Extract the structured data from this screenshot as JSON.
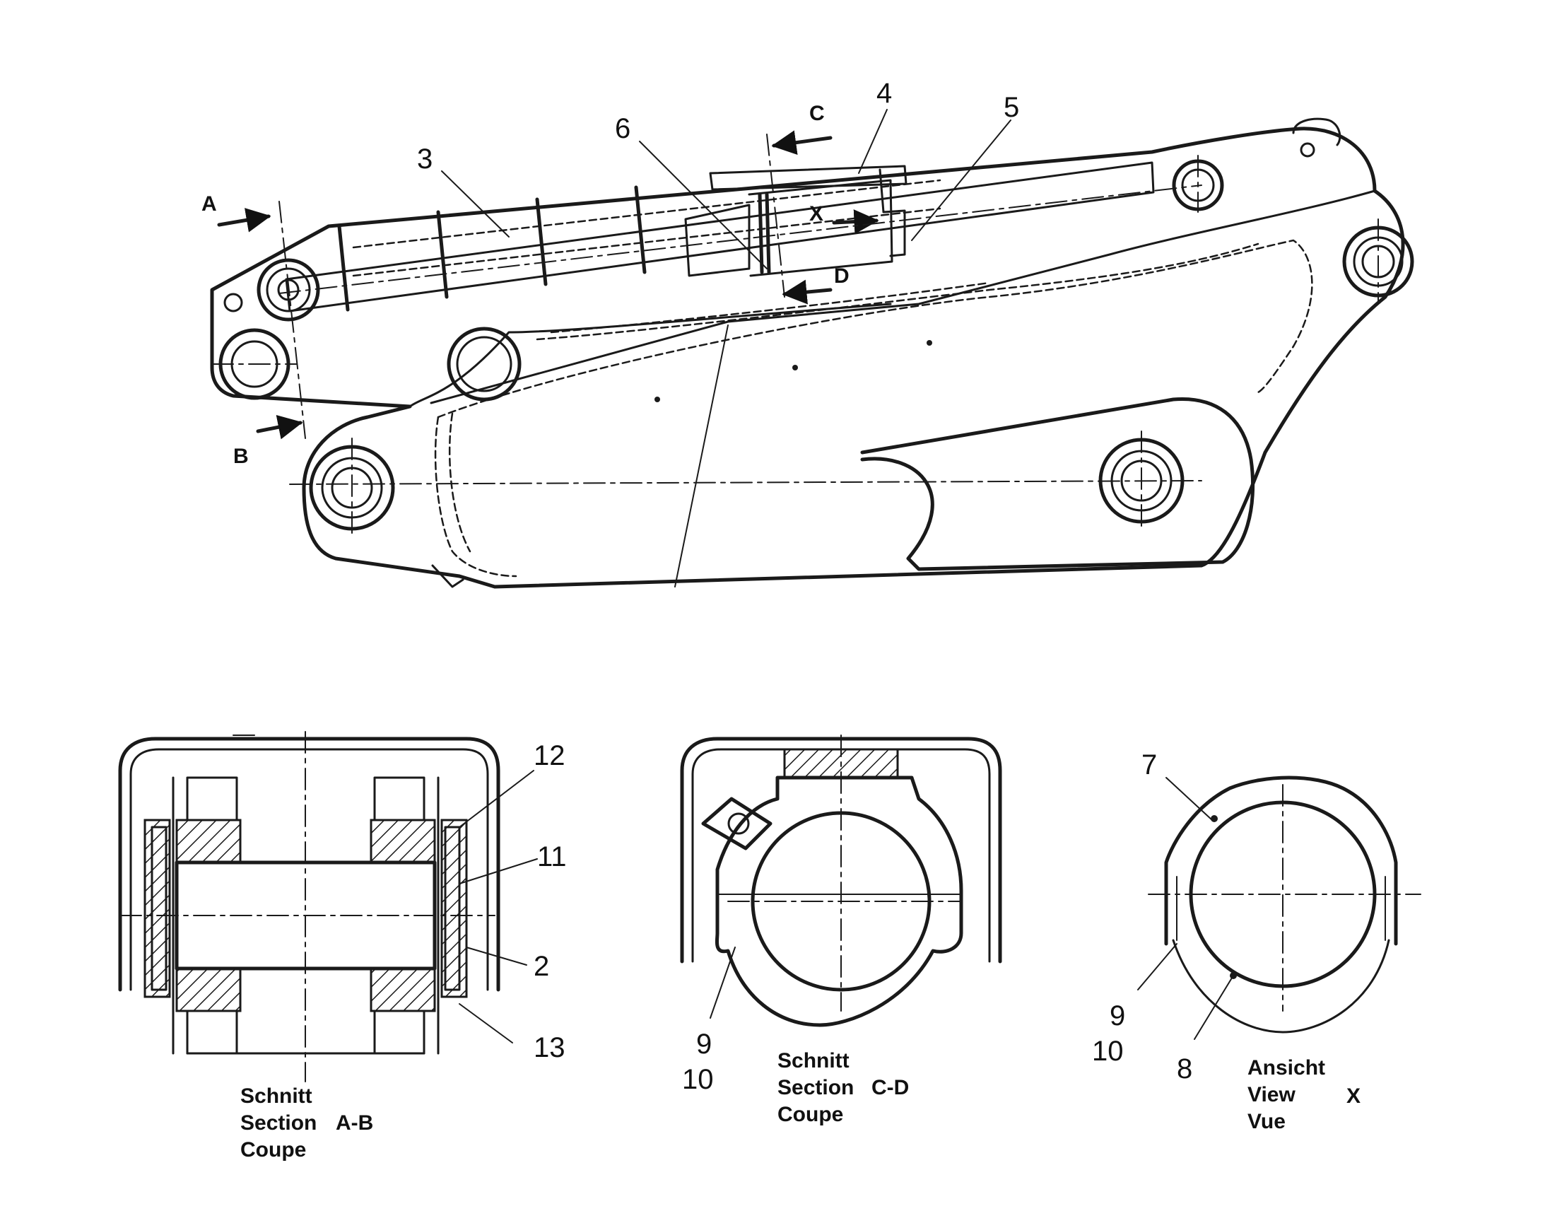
{
  "callouts": {
    "c1": "3",
    "c2": "6",
    "c3": "4",
    "c4": "5",
    "c5": "12",
    "c6": "11",
    "c7": "2",
    "c8": "13",
    "c9": "9",
    "c10": "10",
    "c11": "7",
    "c12": "9",
    "c13": "10",
    "c14": "8"
  },
  "section_marks": {
    "a": "A",
    "b": "B",
    "c": "C",
    "d": "D",
    "x": "X"
  },
  "captions": {
    "ab": {
      "line1": "Schnitt",
      "line2": "Section",
      "line3": "Coupe",
      "tag": "A-B"
    },
    "cd": {
      "line1": "Schnitt",
      "line2": "Section",
      "line3": "Coupe",
      "tag": "C-D"
    },
    "x": {
      "line1": "Ansicht",
      "line2": "View",
      "line3": "Vue",
      "tag": "X"
    }
  }
}
